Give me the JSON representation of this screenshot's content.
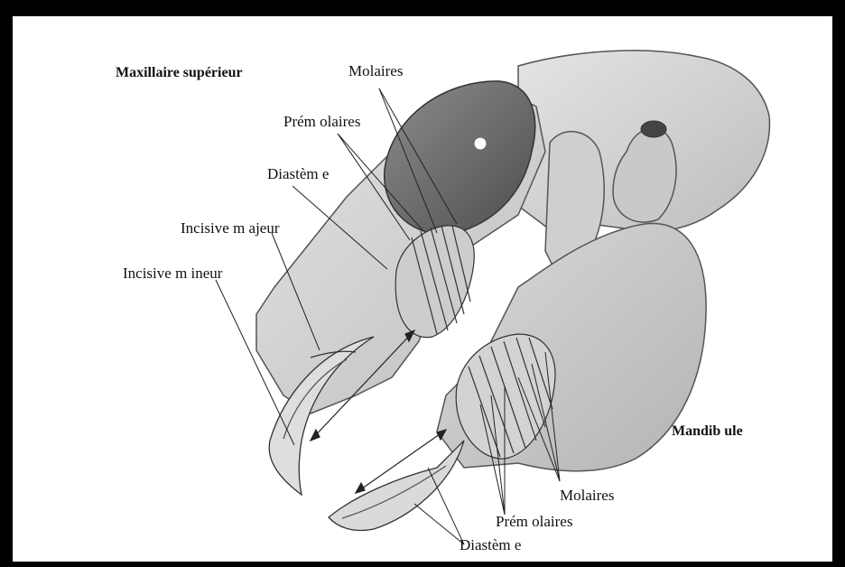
{
  "labels": {
    "maxillaire_superieur": "Maxillaire supérieur",
    "molaires_top": "Molaires",
    "premolaires_top": "Prém olaires",
    "diasteme_top": "Diastèm e",
    "incisive_majeur": "Incisive m ajeur",
    "incisive_mineur": "Incisive m ineur",
    "mandibule": "Mandib ule",
    "molaires_bottom": "Molaires",
    "premolaires_bottom": "Prém olaires",
    "diasteme_bottom": "Diastèm e"
  },
  "colors": {
    "frame": "#000000",
    "background": "#ffffff",
    "bone_light": "#d6d6d6",
    "bone_mid": "#a9a9a9",
    "bone_dark": "#6e6e6e",
    "line": "#222222"
  }
}
